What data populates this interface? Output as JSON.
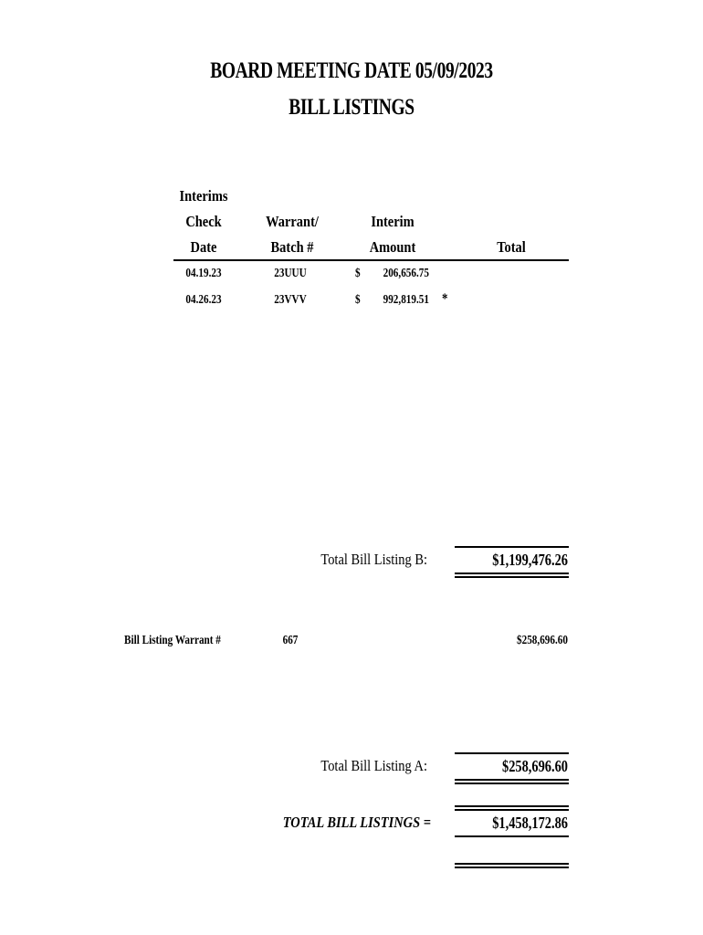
{
  "header": {
    "line1": "BOARD MEETING DATE  05/09/2023",
    "line2": "BILL LISTINGS"
  },
  "columns": {
    "date_l1": "Interims",
    "date_l2": "Check",
    "date_l3": "Date",
    "warrant_l1": "Warrant/",
    "warrant_l2": "Batch #",
    "amount_l1": "Interim",
    "amount_l2": "Amount",
    "total": "Total"
  },
  "interims": [
    {
      "date": "04.19.23",
      "batch": "23UUU",
      "currency": "$",
      "amount": "206,656.75",
      "mark": ""
    },
    {
      "date": "04.26.23",
      "batch": "23VVV",
      "currency": "$",
      "amount": "992,819.51",
      "mark": "*"
    }
  ],
  "listing_b": {
    "label": "Total Bill Listing B:",
    "amount": "$1,199,476.26"
  },
  "warrant": {
    "label": "Bill Listing Warrant #",
    "number": "667",
    "amount": "$258,696.60"
  },
  "listing_a": {
    "label": "Total Bill Listing A:",
    "amount": "$258,696.60"
  },
  "grand_total": {
    "label": "TOTAL BILL LISTINGS =",
    "amount": "$1,458,172.86"
  }
}
